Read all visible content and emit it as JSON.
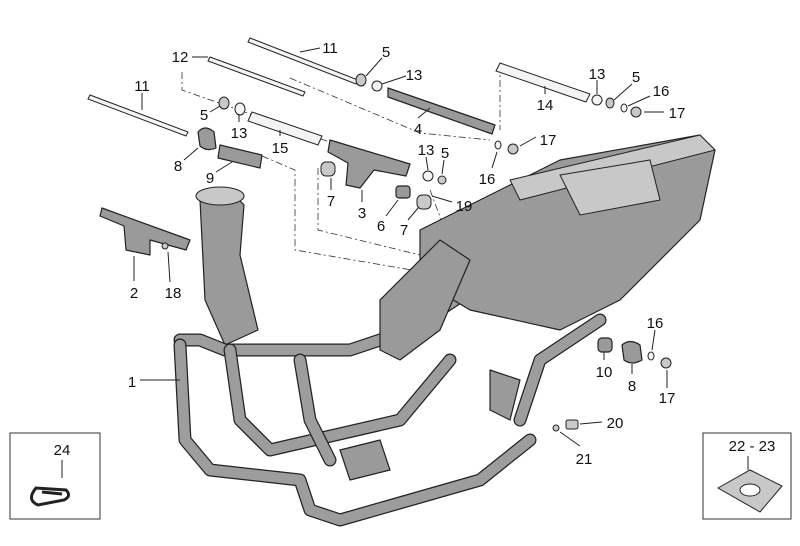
{
  "diagram": {
    "callouts": {
      "c11a": "11",
      "c12": "12",
      "c5a": "5",
      "c13a": "13",
      "c11b": "11",
      "c5b": "5",
      "c13b": "13",
      "c8a": "8",
      "c15": "15",
      "c9": "9",
      "c4": "4",
      "c14": "14",
      "c13c": "13",
      "c5c": "5",
      "c16a": "16",
      "c17a": "17",
      "c17b": "17",
      "c16b": "16",
      "c13d": "13",
      "c5d": "5",
      "c7a": "7",
      "c3": "3",
      "c6": "6",
      "c7b": "7",
      "c19": "19",
      "c2": "2",
      "c18": "18",
      "c1": "1",
      "c10": "10",
      "c8b": "8",
      "c16c": "16",
      "c17c": "17",
      "c20": "20",
      "c21": "21"
    },
    "inset_left": {
      "label": "24"
    },
    "inset_right": {
      "label": "22 - 23"
    }
  }
}
